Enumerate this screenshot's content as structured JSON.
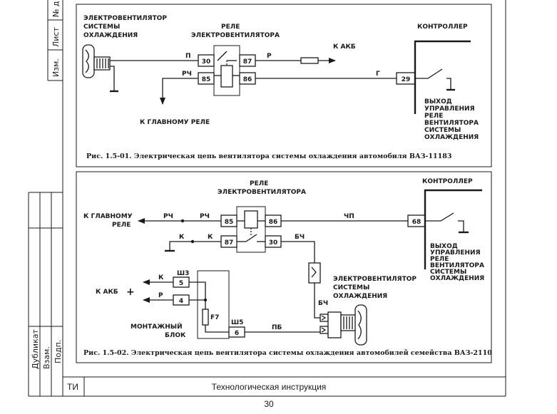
{
  "stamp": {
    "top_cells": [
      "№ д",
      "Лист",
      "Изм."
    ],
    "bottom_cells": [
      "Дубликат",
      "Взам.",
      "Подп."
    ]
  },
  "footer": {
    "code": "ТИ",
    "title": "Технологическая инструкция",
    "page": "30"
  },
  "diagram1": {
    "fan_label": [
      "ЭЛЕКТРОВЕНТИЛЯТОР",
      "СИСТЕМЫ",
      "ОХЛАЖДЕНИЯ"
    ],
    "relay_label": [
      "РЕЛЕ",
      "ЭЛЕКТРОВЕНТИЛЯТОРА"
    ],
    "controller_label": "КОНТРОЛЛЕР",
    "akb_label": "К АКБ",
    "main_relay_label": "К ГЛАВНОМУ РЕЛЕ",
    "output_label": [
      "ВЫХОД",
      "УПРАВЛЕНИЯ",
      "РЕЛЕ",
      "ВЕНТИЛЯТОРА",
      "СИСТЕМЫ",
      "ОХЛАЖДЕНИЯ"
    ],
    "wires": [
      "П",
      "Р",
      "РЧ",
      "Г"
    ],
    "pins": [
      "30",
      "87",
      "85",
      "86",
      "29"
    ],
    "caption": "Рис. 1.5-01. Электрическая цепь вентилятора системы охлаждения автомобиля ВАЗ-11183"
  },
  "diagram2": {
    "relay_label": [
      "РЕЛЕ",
      "ЭЛЕКТРОВЕНТИЛЯТОРА"
    ],
    "controller_label": "КОНТРОЛЛЕР",
    "main_relay_label": [
      "К ГЛАВНОМУ",
      "РЕЛЕ"
    ],
    "akb_label": "К АКБ",
    "plus_sign": "+",
    "fan_label": [
      "ЭЛЕКТРОВЕНТИЛЯТОР",
      "СИСТЕМЫ",
      "ОХЛАЖДЕНИЯ"
    ],
    "block_label": [
      "МОНТАЖНЫЙ",
      "БЛОК"
    ],
    "fuse_label": "F7",
    "output_label": [
      "ВЫХОД",
      "УПРАВЛЕНИЯ",
      "РЕЛЕ",
      "ВЕНТИЛЯТОРА",
      "СИСТЕМЫ",
      "ОХЛАЖДЕНИЯ"
    ],
    "wires": [
      "РЧ",
      "РЧ",
      "К",
      "К",
      "ЧП",
      "БЧ",
      "БЧ",
      "К",
      "Р",
      "ПБ"
    ],
    "connectors": [
      "Ш3",
      "Ш5"
    ],
    "pins": [
      "85",
      "86",
      "87",
      "30",
      "68",
      "5",
      "4",
      "6"
    ],
    "caption": "Рис. 1.5-02. Электрическая цепь вентилятора системы охлаждения автомобилей семейства ВАЗ-2110"
  }
}
